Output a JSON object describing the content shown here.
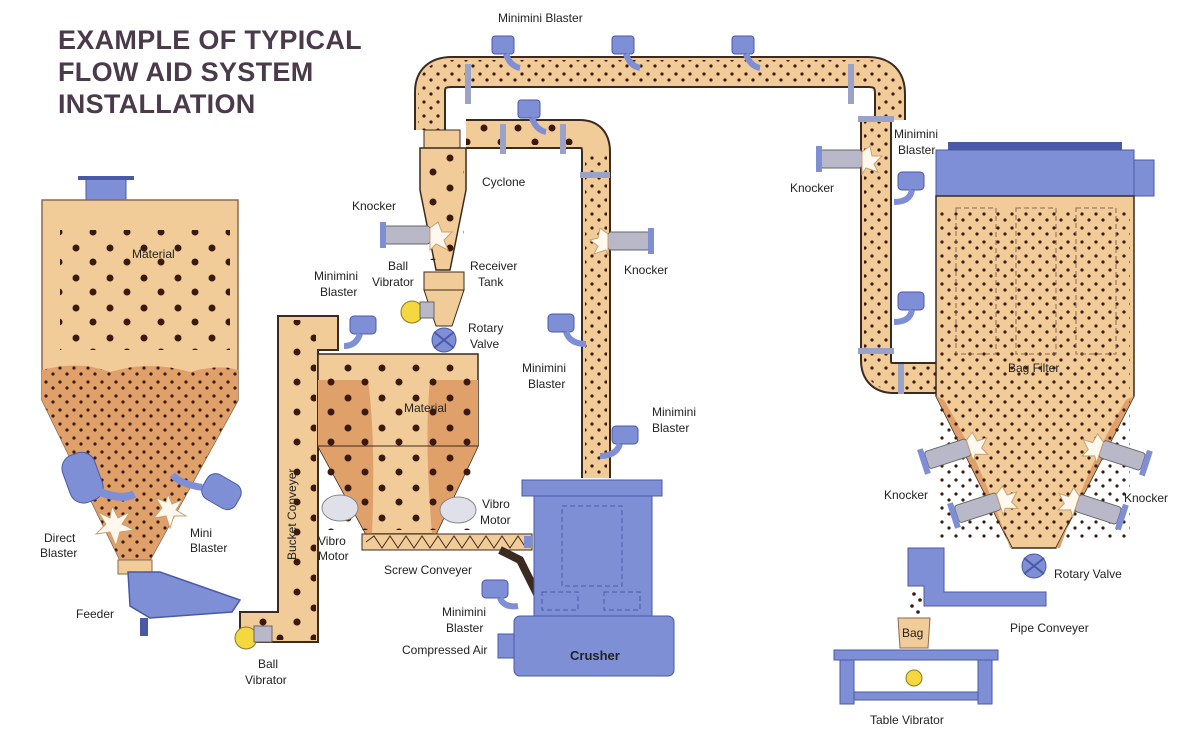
{
  "title": {
    "line1": "EXAMPLE OF TYPICAL",
    "line2": "FLOW AID SYSTEM",
    "line3": "INSTALLATION"
  },
  "colors": {
    "material": "#f2cc98",
    "material_dark": "#e0a06a",
    "equipment": "#7f8fd6",
    "equipment_dark": "#4a58a8",
    "steel": "#b8b8c8",
    "dot": "#3a1a10"
  },
  "labels": {
    "minimini_blaster_top": "Minimini Blaster",
    "material_silo": "Material",
    "direct_blaster": [
      "Direct",
      "Blaster"
    ],
    "mini_blaster": [
      "Mini",
      "Blaster"
    ],
    "feeder": "Feeder",
    "ball_vibrator_bottom": [
      "Ball",
      "Vibrator"
    ],
    "bucket_conveyer": "Bucket Conveyer",
    "minimini_blaster_left": [
      "Minimini",
      "Blaster"
    ],
    "knocker_cyclone": "Knocker",
    "ball_vibrator_cyclone": [
      "Ball",
      "Vibrator"
    ],
    "cyclone": "Cyclone",
    "receiver_tank": [
      "Receiver",
      "Tank"
    ],
    "rotary_valve_mid": [
      "Rotary",
      "Valve"
    ],
    "material_hopper": "Material",
    "vibro_motor_left": [
      "Vibro",
      "Motor"
    ],
    "vibro_motor_right": [
      "Vibro",
      "Motor"
    ],
    "screw_conveyer": "Screw Conveyer",
    "knocker_riser": "Knocker",
    "minimini_blaster_riser1": [
      "Minimini",
      "Blaster"
    ],
    "minimini_blaster_riser2": [
      "Minimini",
      "Blaster"
    ],
    "minimini_blaster_crusher": [
      "Minimini",
      "Blaster"
    ],
    "compressed_air": "Compressed Air",
    "crusher": "Crusher",
    "knocker_duct": "Knocker",
    "minimini_blaster_duct": [
      "Minimini",
      "Blaster"
    ],
    "bag_filter": "Bag Filter",
    "knocker_bf_left": "Knocker",
    "knocker_bf_right": "Knocker",
    "rotary_valve_bf": "Rotary Valve",
    "bag": "Bag",
    "pipe_conveyer": "Pipe Conveyer",
    "table_vibrator": "Table Vibrator"
  }
}
